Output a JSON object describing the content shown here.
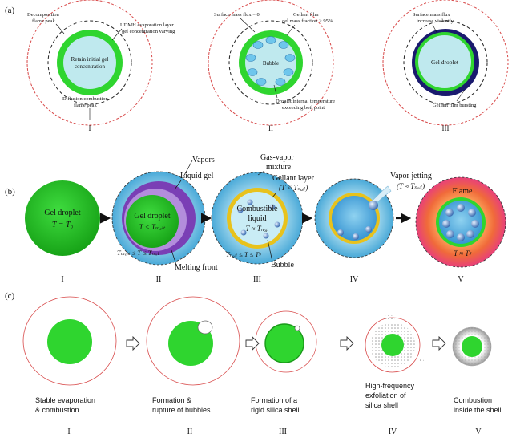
{
  "colors": {
    "green": "#2fd52f",
    "green_dark": "#1a9a1a",
    "light_blue": "#bfe9ee",
    "flame_dash": "#d84a4a",
    "navy": "#1a1a6e",
    "purple": "#7a3fb5",
    "gold": "#e8c21c",
    "cyan": "#49b8d8"
  },
  "panel_a": {
    "tag": "(a)",
    "I": {
      "numeral": "I",
      "decomp_label_1": "Decomposition",
      "decomp_label_2": "flame peak",
      "udmh_label_1": "UDMH evaporation layer",
      "udmh_label_2": "gel concentration varying",
      "core_label_1": "Retain initial gel",
      "core_label_2": "concentration",
      "diffusion_label_1": "Diffusion combustion",
      "diffusion_label_2": "flame peak"
    },
    "II": {
      "numeral": "II",
      "flux_label": "Surface mass flux = 0",
      "film_label_1": "Gellant film",
      "film_label_2": "gel mass fraction > 95%",
      "bubble_label": "Bubble",
      "temp_label_1": "Droplet internal temperature",
      "temp_label_2": "exceeding boil point"
    },
    "III": {
      "numeral": "III",
      "flux_label_1": "Surface mass flux",
      "flux_label_2": "increase violently",
      "core_label": "Gel droplet",
      "burst_label": "Gellant film bursting"
    }
  },
  "panel_b": {
    "tag": "(b)",
    "I": {
      "numeral": "I",
      "line1": "Gel droplet",
      "line2": "T = T₀"
    },
    "II": {
      "numeral": "II",
      "vapors": "Vapors",
      "liquid_gel": "Liquid gel",
      "line1": "Gel droplet",
      "line2": "T < Tₘₑₗₜ",
      "range": "Tₘₑₗₜ ≤ T ≤ Tₙₒᵢₗ",
      "melting": "Melting front"
    },
    "III": {
      "numeral": "III",
      "mixture_1": "Gas-vapor",
      "mixture_2": "mixture",
      "gellant_1": "Gellant layer",
      "gellant_2": "(T < Tₙₒᵢₗ)",
      "line1": "Combustible",
      "line2": "liquid",
      "line3": "T ≈ Tₙₒᵢₗ",
      "range": "Tₙₒᵢₗ ≤ T ≤ Tᵍ",
      "bubble": "Bubble"
    },
    "IV": {
      "numeral": "IV",
      "jet_1": "Vapor jetting",
      "jet_2": "(T ≈ Tₙₒᵢₗ)"
    },
    "V": {
      "numeral": "V",
      "flame": "Flame",
      "temp": "T ≈ Tᵍ"
    }
  },
  "panel_c": {
    "tag": "(c)",
    "stages": [
      {
        "numeral": "I",
        "line1": "Stable evaporation",
        "line2": "& combustion"
      },
      {
        "numeral": "II",
        "line1": "Formation &",
        "line2": "rupture of bubbles"
      },
      {
        "numeral": "III",
        "line1": "Formation of a",
        "line2": "rigid silica shell"
      },
      {
        "numeral": "IV",
        "line1": "High-frequency",
        "line2": "exfoliation of",
        "line3": "silica shell"
      },
      {
        "numeral": "V",
        "line1": "Combustion",
        "line2": "inside the shell"
      }
    ]
  }
}
